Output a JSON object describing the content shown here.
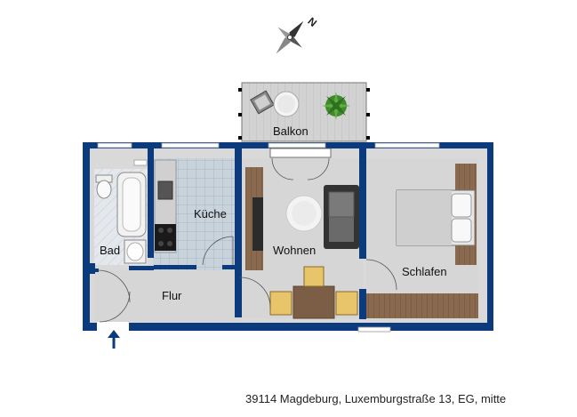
{
  "rooms": {
    "balcony": "Balkon",
    "kitchen": "Küche",
    "bath": "Bad",
    "living": "Wohnen",
    "bedroom": "Schlafen",
    "hallway": "Flur"
  },
  "compass_label": "N",
  "address": "39114 Magdeburg, Luxemburgstraße 13, EG, mitte",
  "colors": {
    "wall": "#0b3b7c",
    "floor": "#d9d9d9",
    "tile": "#b8c4cf",
    "wood": "#8a6a4f",
    "window": "#e6ebf0"
  },
  "icons": [
    "compass-rose-icon",
    "entrance-arrow-icon"
  ]
}
